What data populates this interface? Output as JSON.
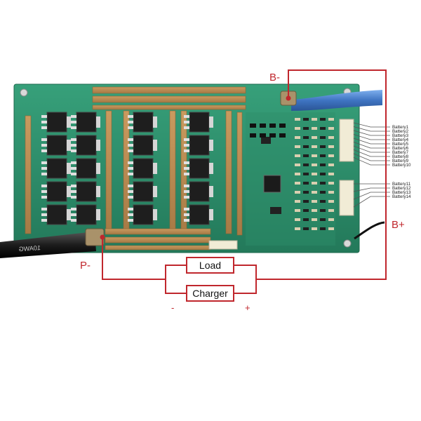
{
  "terminals": {
    "b_minus": "B-",
    "b_plus": "B+",
    "p_minus": "P-"
  },
  "boxes": {
    "load": "Load",
    "charger": "Charger"
  },
  "polarity": {
    "minus": "-",
    "plus": "+"
  },
  "battery_labels": [
    "Battery1",
    "Battery2",
    "Battery3",
    "Battery4",
    "Battery5",
    "Battery6",
    "Battery7",
    "Battery8",
    "Battery9",
    "Battery10",
    "Battery11",
    "Battery12",
    "Battery13",
    "Battery14"
  ],
  "cable_print": "10AWG",
  "colors": {
    "wire": "#c0272d",
    "pcb": "#2f8f6b",
    "copper": "#b98b52",
    "mosfet": "#1e1e1e",
    "connector": "#f1ecd6",
    "blue_cable": "#4a7fc8"
  }
}
